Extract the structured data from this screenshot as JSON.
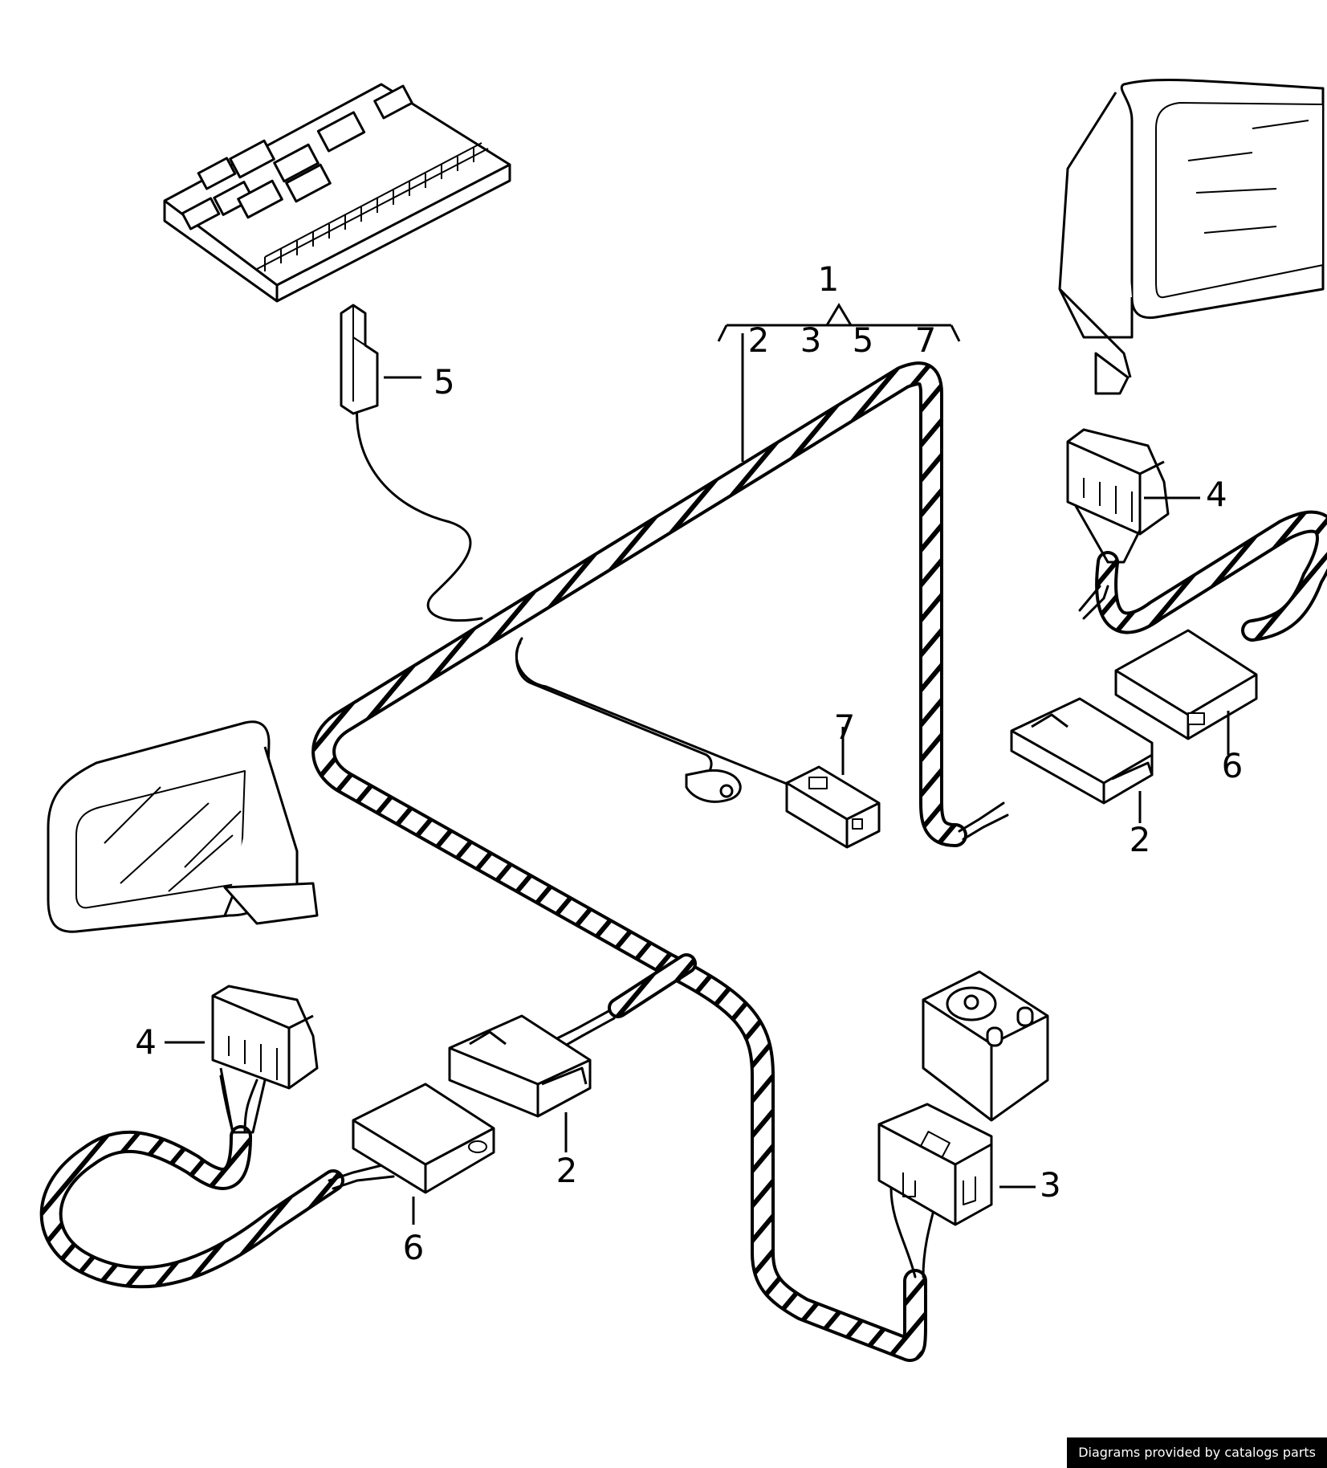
{
  "callouts": {
    "main_harness": "1",
    "main_harness_sub": [
      "2",
      "3",
      "5",
      "7"
    ],
    "plug_right_mirror": "4",
    "plug_left_mirror": "4",
    "housing_right": "6",
    "housing_left": "6",
    "connector_right": "2",
    "connector_left": "2",
    "connector_switch": "3",
    "connector_relay": "5",
    "connector_ground": "7"
  },
  "footer": "Diagrams provided by catalogs parts"
}
